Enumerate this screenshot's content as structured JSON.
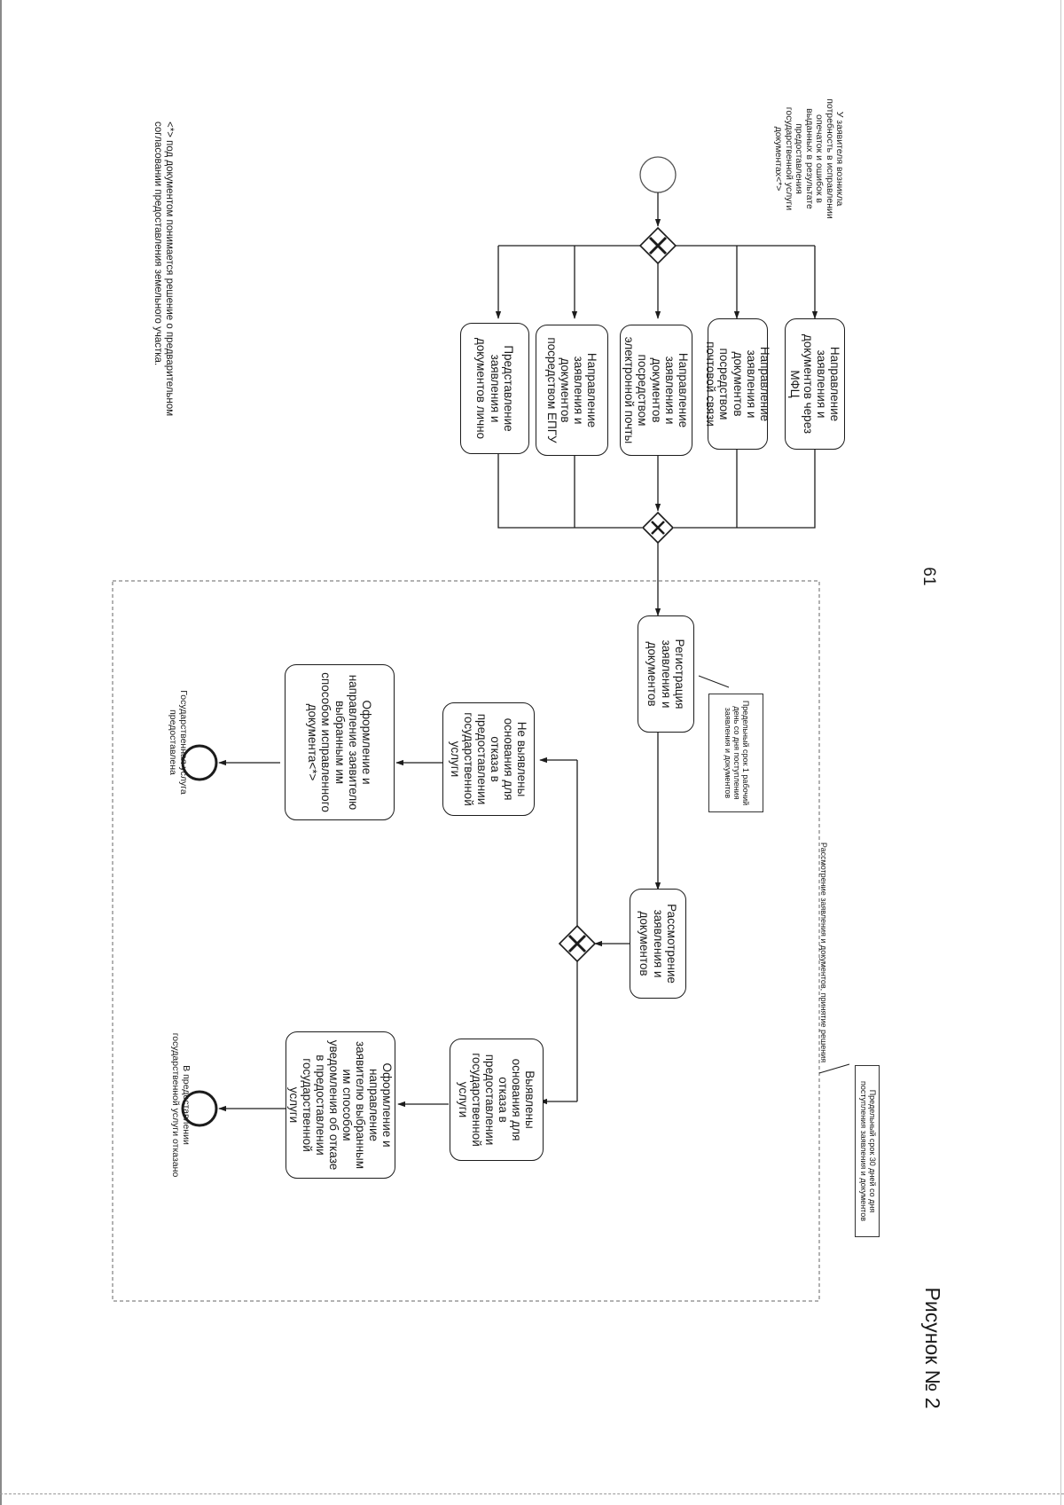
{
  "page_number": "61",
  "figure_caption": "Рисунок № 2",
  "start_note": "У заявителя возникла потребность в исправлении опечаток и ошибок в выданных в результате предоставления государственной услуги документах<*>",
  "footnote": "<*> под документом понимается решение о предварительном согласовании предоставления земельного участка.",
  "submission_tasks": [
    "Направление заявления и документов через МФЦ",
    "Направление заявления и документов посредством почтовой связи",
    "Направление заявления и документов посредством электронной почты",
    "Направление заявления и документов посредством ЕПГУ",
    "Представление заявления и документов лично"
  ],
  "registration_task": "Регистрация заявления и документов",
  "registration_deadline": "Предельный срок 1 рабочий день со дня поступления заявления и документов",
  "review_task": "Рассмотрение заявления и документов",
  "subprocess_label": "Рассмотрение заявления и документов, принятие решения",
  "subprocess_deadline": "Предельный срок 30 дней со дня поступления заявления и документов",
  "no_grounds_task": "Не выявлены основания для отказа в предоставлении государственной услуги",
  "grounds_found_task": "Выявлены основания для отказа в предоставлении государственной услуги",
  "issue_corrected_task": "Оформление и направление заявителю выбранным им способом исправленного документа<*>",
  "issue_refusal_task": "Оформление и направление заявителю выбранным им способом уведомления об отказе в предоставлении государственной услуги",
  "end_provided_label": "Государственная услуга предоставлена",
  "end_refused_label": "В предоставлении государственной услуги отказано"
}
